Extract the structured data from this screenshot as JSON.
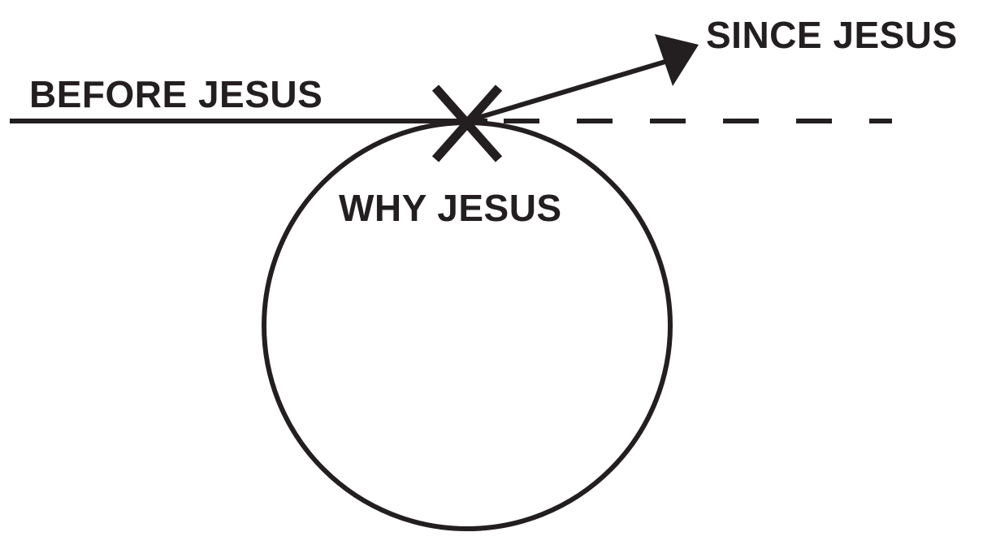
{
  "labels": {
    "before": "BEFORE JESUS",
    "since": "SINCE JESUS",
    "why": "WHY JESUS"
  },
  "colors": {
    "ink": "#231f20",
    "background": "#ffffff"
  },
  "icons": {
    "crossing_mark": "x-mark-icon",
    "arrowhead": "arrowhead-icon"
  }
}
